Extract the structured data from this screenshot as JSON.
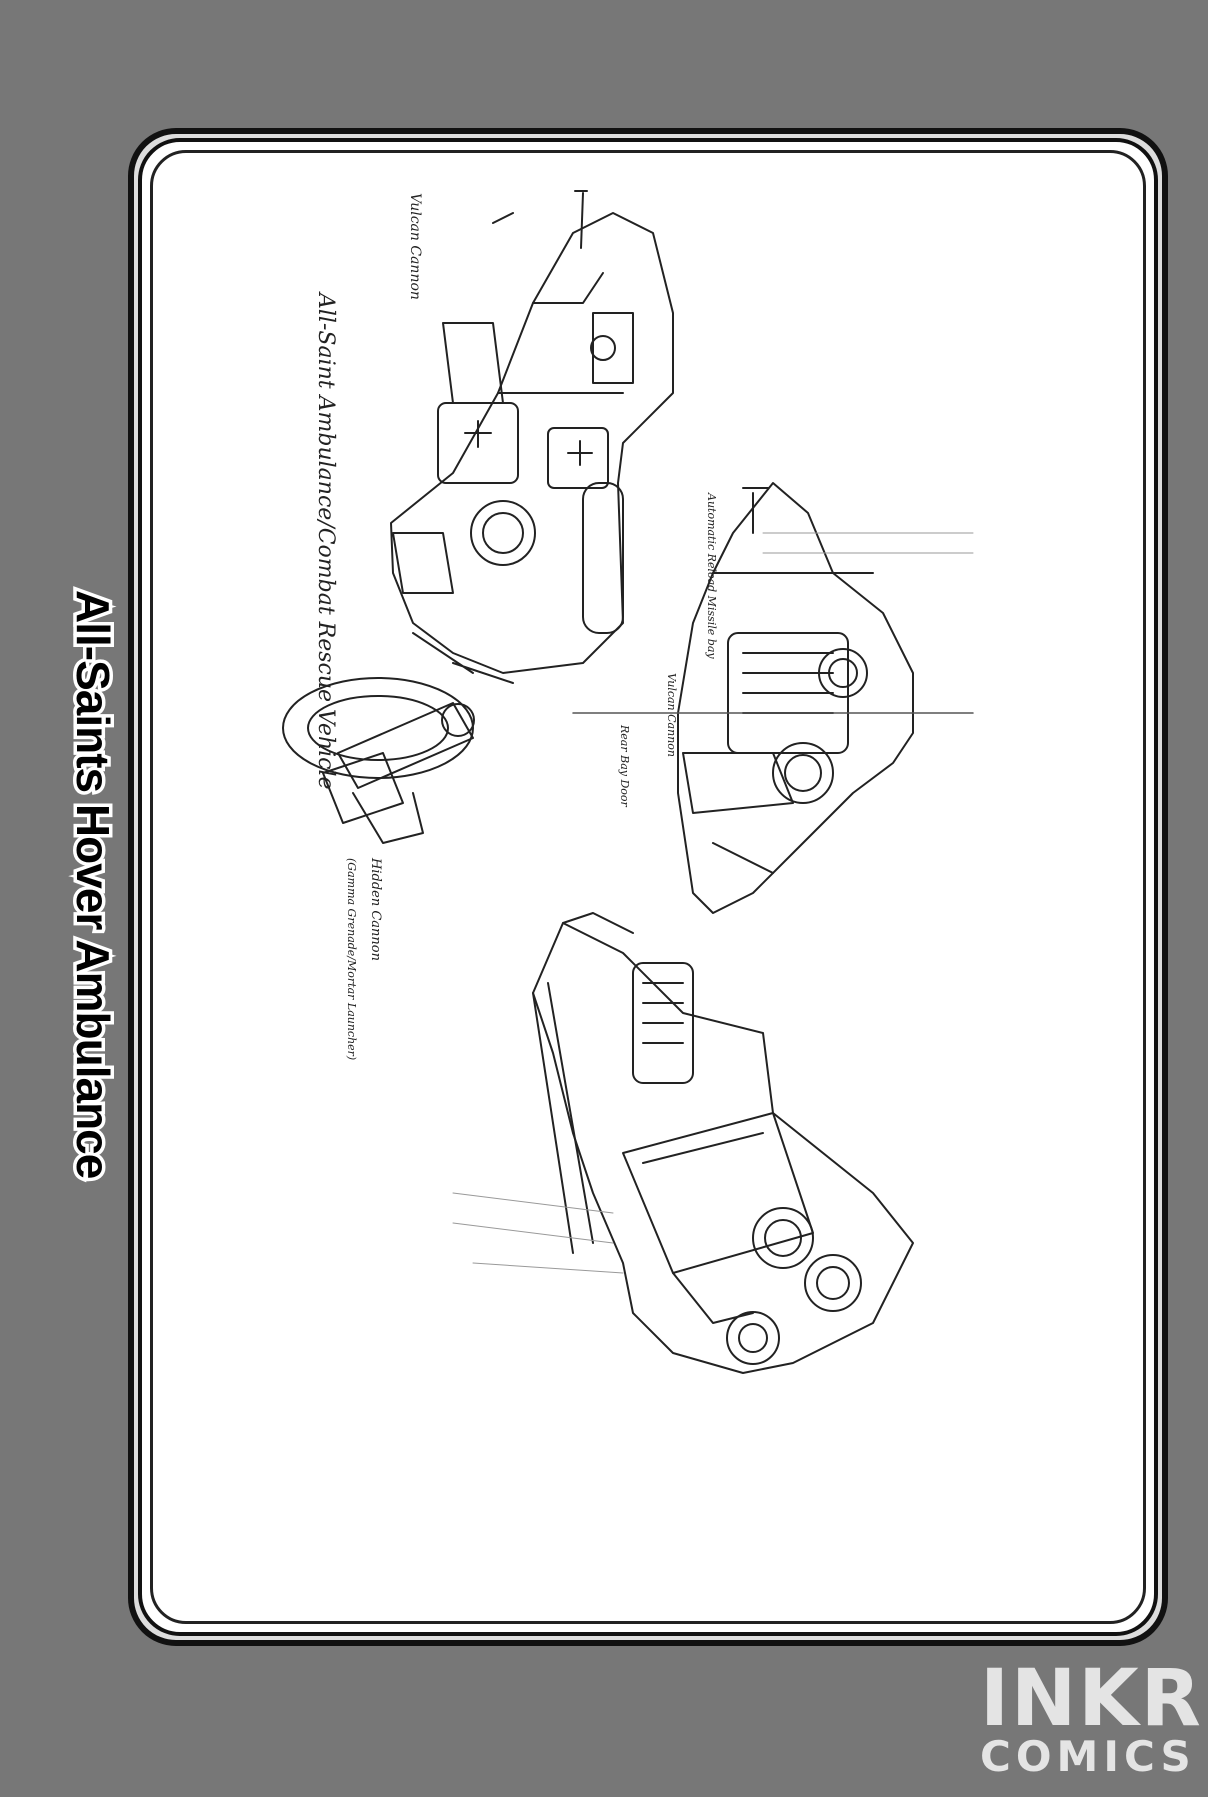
{
  "page": {
    "title": "All-Saints Hover Ambulance"
  },
  "sketch": {
    "main_caption": "All-Saint Ambulance/Combat Rescue Vehicle",
    "annotations": {
      "vulcan_top": "Vulcan Cannon",
      "missile_bay": "Automatic Reload Missile bay",
      "vulcan_side": "Vulcan Cannon",
      "rear_bay": "Rear Bay Door",
      "hidden_cannon": "Hidden Cannon",
      "launcher": "(Gamma Grenade/Mortar Launcher)"
    }
  },
  "watermark": {
    "brand": "INKR",
    "sub": "COMICS"
  }
}
